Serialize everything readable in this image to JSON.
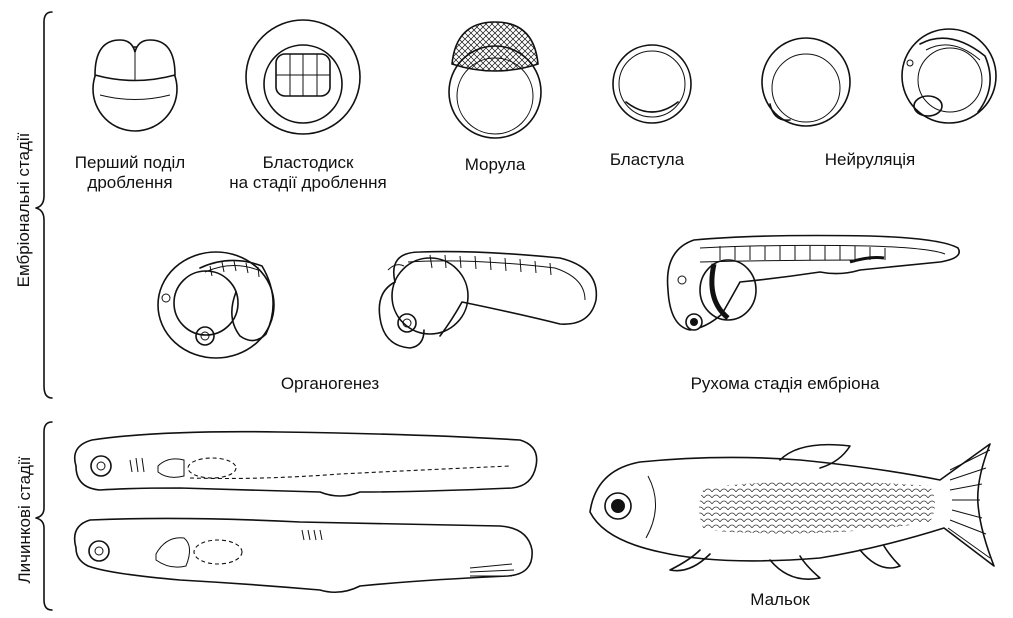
{
  "side_labels": {
    "embryonic": "Ембріональні стадії",
    "larval": "Личинкові стадії"
  },
  "stage_labels": {
    "first_cleavage_line1": "Перший поділ",
    "first_cleavage_line2": "дроблення",
    "blastodisc_line1": "Бластодиск",
    "blastodisc_line2": "на стадії дроблення",
    "morula": "Морула",
    "blastula": "Бластула",
    "neurulation": "Нейруляція",
    "organogenesis": "Органогенез",
    "motile_embryo": "Рухома стадія ембріона",
    "fry": "Мальок"
  }
}
